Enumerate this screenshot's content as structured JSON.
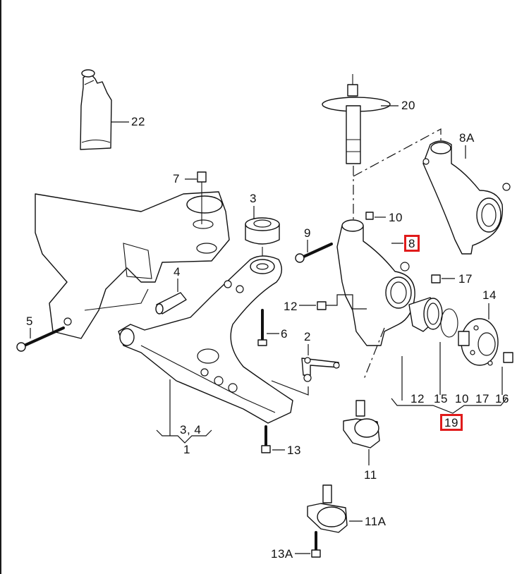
{
  "diagram": {
    "type": "exploded parts diagram",
    "subject": "front suspension: subframe, control arm, wheel bearing housing, wheel hub",
    "highlight_color": "#e01b1b",
    "callouts": [
      {
        "id": "22",
        "label": "22",
        "part": "grease tube"
      },
      {
        "id": "20",
        "label": "20",
        "part": "shock absorber / strut"
      },
      {
        "id": "8A",
        "label": "8A",
        "part": "wheel bearing housing (alt)"
      },
      {
        "id": "7",
        "label": "7",
        "part": "nut"
      },
      {
        "id": "3",
        "label": "3",
        "part": "bonded rubber bush"
      },
      {
        "id": "10a",
        "label": "10",
        "part": "nut"
      },
      {
        "id": "9",
        "label": "9",
        "part": "bolt"
      },
      {
        "id": "8",
        "label": "8",
        "part": "wheel bearing housing",
        "highlighted": true
      },
      {
        "id": "4",
        "label": "4",
        "part": "bush"
      },
      {
        "id": "17a",
        "label": "17",
        "part": "nut"
      },
      {
        "id": "14",
        "label": "14",
        "part": "wheel hub"
      },
      {
        "id": "12a",
        "label": "12",
        "part": "nut"
      },
      {
        "id": "5",
        "label": "5",
        "part": "bolt"
      },
      {
        "id": "6",
        "label": "6",
        "part": "bolt"
      },
      {
        "id": "2",
        "label": "2",
        "part": "bracket"
      },
      {
        "id": "12b",
        "label": "12",
        "part": "wheel bearing"
      },
      {
        "id": "15",
        "label": "15",
        "part": "circlip"
      },
      {
        "id": "10b",
        "label": "10",
        "part": "nut"
      },
      {
        "id": "17b",
        "label": "17",
        "part": "nut"
      },
      {
        "id": "16",
        "label": "16",
        "part": "hub bolt"
      },
      {
        "id": "19",
        "label": "19",
        "part": "repair kit",
        "highlighted": true
      },
      {
        "id": "34",
        "label": "3, 4",
        "part": "bush set"
      },
      {
        "id": "1",
        "label": "1",
        "part": "control arm"
      },
      {
        "id": "13",
        "label": "13",
        "part": "bolt"
      },
      {
        "id": "11",
        "label": "11",
        "part": "ball joint"
      },
      {
        "id": "11A",
        "label": "11A",
        "part": "ball joint (alt)"
      },
      {
        "id": "13A",
        "label": "13A",
        "part": "bolt"
      }
    ]
  }
}
